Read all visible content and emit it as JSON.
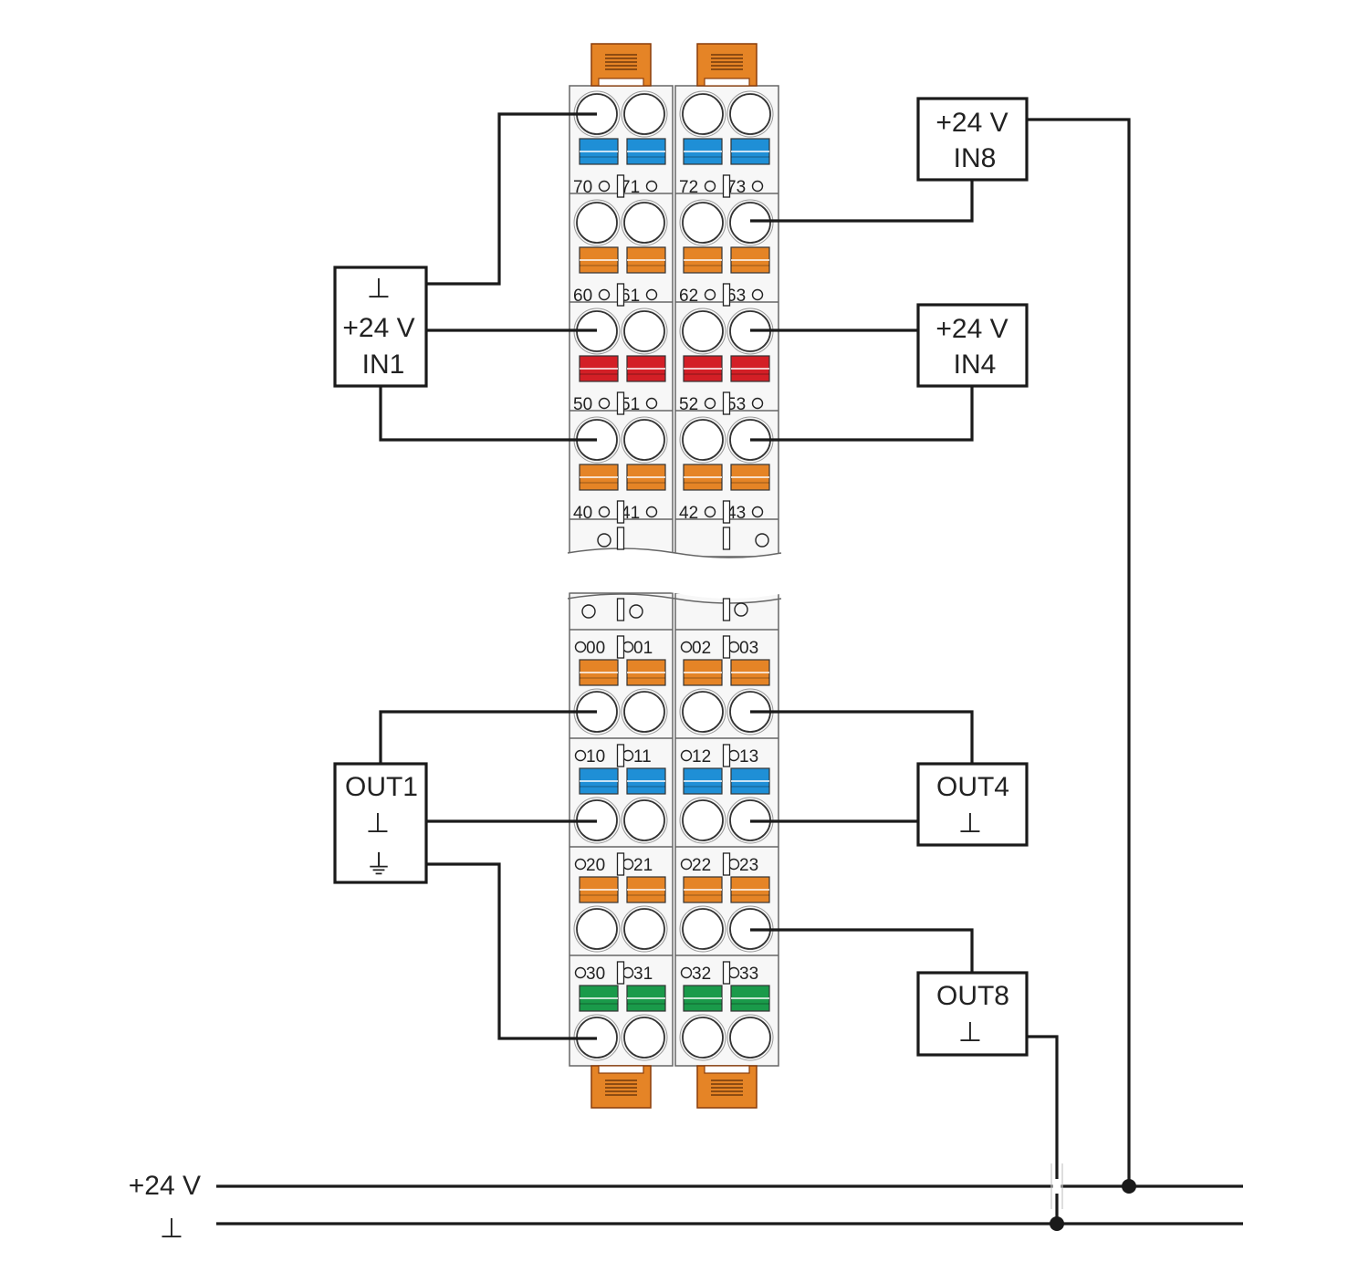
{
  "colors": {
    "blue": "#1f8fd6",
    "orange": "#e58426",
    "red": "#d31f26",
    "green": "#1a9a4a",
    "tab": "#e58426",
    "line": "#1a1a1a",
    "body": "#f7f7f7",
    "outline": "#666666"
  },
  "rails": {
    "plus24": "+24 V",
    "ground": "⊥"
  },
  "devices": {
    "in1": [
      "⊥",
      "+24 V",
      "IN1"
    ],
    "in8": [
      "+24 V",
      "IN8"
    ],
    "in4": [
      "+24 V",
      "IN4"
    ],
    "out1": [
      "OUT1",
      "⊥",
      "⏚"
    ],
    "out4": [
      "OUT4",
      "⊥"
    ],
    "out8": [
      "OUT8",
      "⊥"
    ]
  },
  "terminals": {
    "top": [
      {
        "color": "blue",
        "numbers": [
          "70",
          "71",
          "72",
          "73"
        ]
      },
      {
        "color": "orange",
        "numbers": [
          "60",
          "61",
          "62",
          "63"
        ]
      },
      {
        "color": "red",
        "numbers": [
          "50",
          "51",
          "52",
          "53"
        ]
      },
      {
        "color": "orange",
        "numbers": [
          "40",
          "41",
          "42",
          "43"
        ]
      }
    ],
    "bottom": [
      {
        "color": "orange",
        "numbers": [
          "00",
          "01",
          "02",
          "03"
        ]
      },
      {
        "color": "blue",
        "numbers": [
          "10",
          "11",
          "12",
          "13"
        ]
      },
      {
        "color": "orange",
        "numbers": [
          "20",
          "21",
          "22",
          "23"
        ]
      },
      {
        "color": "green",
        "numbers": [
          "30",
          "31",
          "32",
          "33"
        ]
      }
    ]
  }
}
